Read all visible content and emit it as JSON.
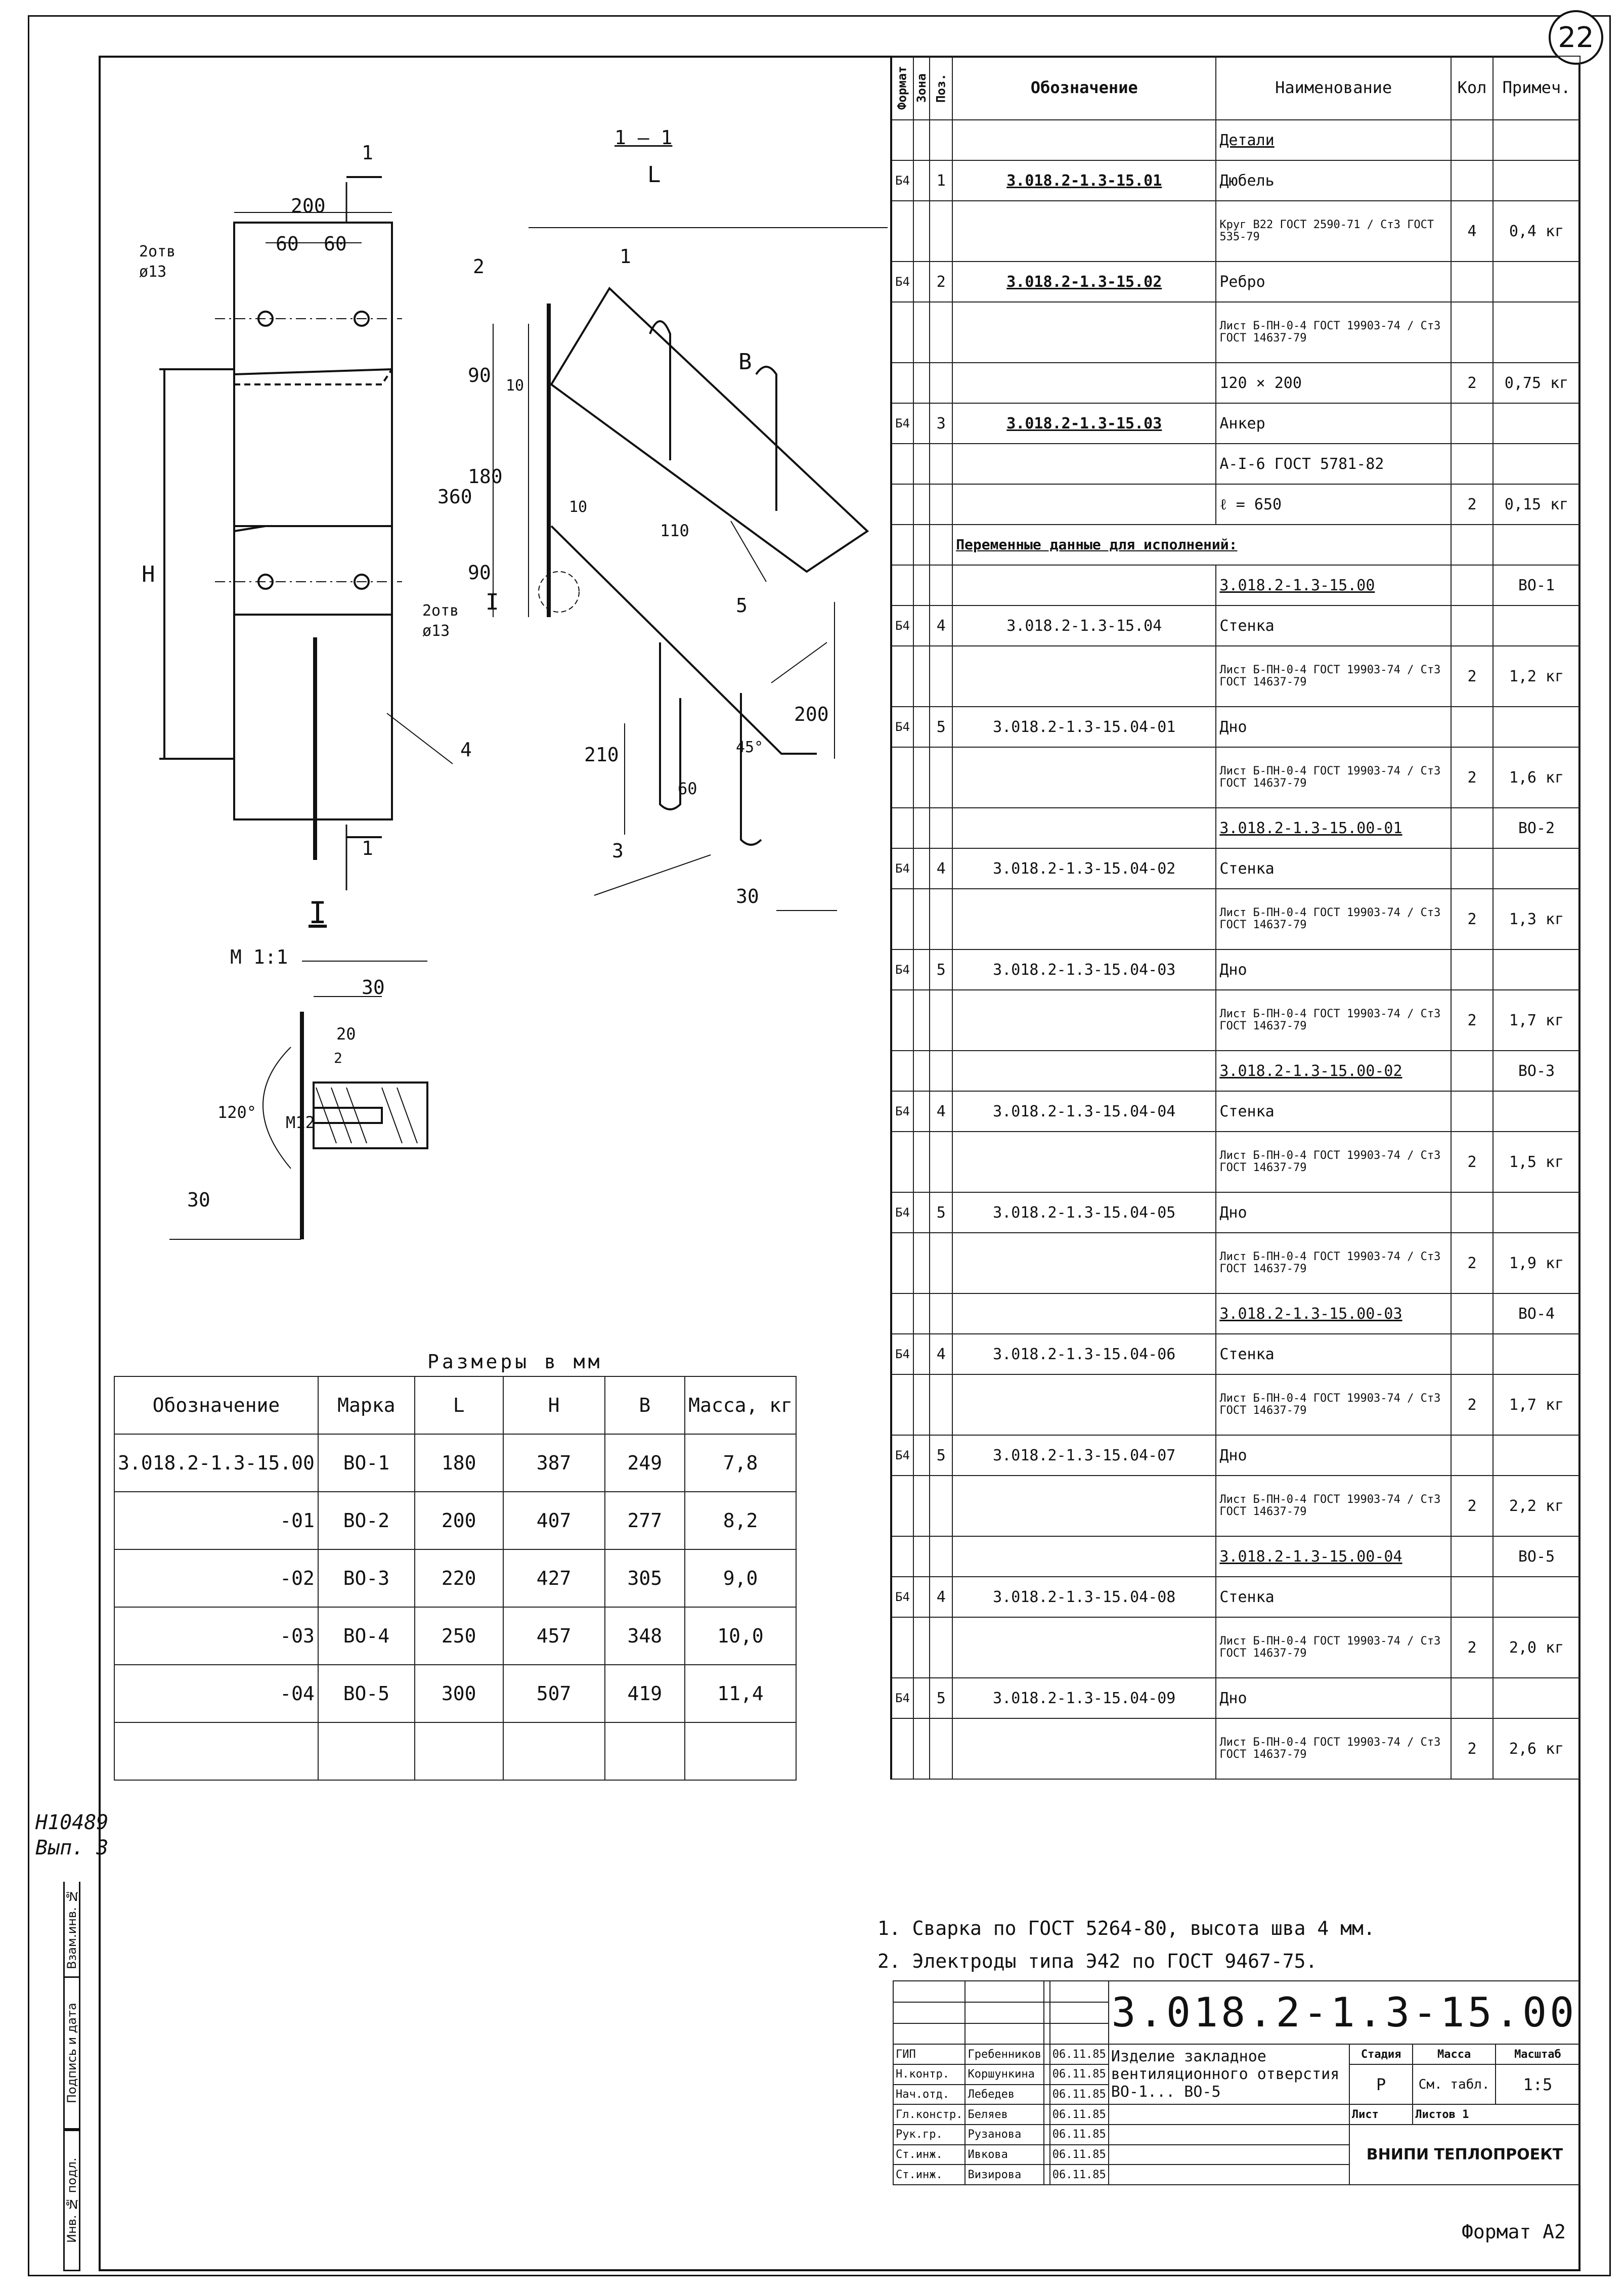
{
  "sheet_number": "22",
  "archive": {
    "code": "Н10489",
    "issue": "Вып. 3"
  },
  "sidebar": {
    "inv_no": "Инв. № подл.",
    "sign_date": "Подпись и дата",
    "replace_inv": "Взам.инв. №"
  },
  "drawing": {
    "section_label": "1 – 1",
    "cut_mark": "1",
    "detail_label": "I",
    "detail_scale": "М 1:1",
    "dims_front": {
      "w200": "200",
      "w60a": "60",
      "w60b": "60",
      "holes_top": "2отв",
      "holes_top_d": "ø13",
      "holes_mid": "2отв",
      "holes_mid_d": "ø13",
      "h": "Н",
      "pos4": "4"
    },
    "dims_section": {
      "L": "L",
      "B": "B",
      "d360": "360",
      "d90a": "90",
      "d180": "180",
      "d90b": "90",
      "d10a": "10",
      "d10b": "10",
      "d110": "110",
      "d200": "200",
      "d210": "210",
      "d60": "60",
      "d30": "30",
      "angle": "45°",
      "p1": "1",
      "p2": "2",
      "p3": "3",
      "p5": "5",
      "I": "I"
    },
    "dims_detail": {
      "d30": "30",
      "d20": "20",
      "d2": "2",
      "angle": "120°",
      "m12": "М12",
      "d30b": "30"
    }
  },
  "dim_table": {
    "caption": "Размеры в мм",
    "headers": [
      "Обозначение",
      "Марка",
      "L",
      "H",
      "B",
      "Масса, кг"
    ],
    "rows": [
      [
        "3.018.2-1.3-15.00",
        "ВО-1",
        "180",
        "387",
        "249",
        "7,8"
      ],
      [
        "-01",
        "ВО-2",
        "200",
        "407",
        "277",
        "8,2"
      ],
      [
        "-02",
        "ВО-3",
        "220",
        "427",
        "305",
        "9,0"
      ],
      [
        "-03",
        "ВО-4",
        "250",
        "457",
        "348",
        "10,0"
      ],
      [
        "-04",
        "ВО-5",
        "300",
        "507",
        "419",
        "11,4"
      ]
    ]
  },
  "spec": {
    "headers": {
      "format": "Формат",
      "zone": "Зона",
      "pos": "Поз.",
      "designation": "Обозначение",
      "name": "Наименование",
      "qty": "Кол",
      "note": "Примеч."
    },
    "rows": [
      {
        "f": "",
        "p": "",
        "d": "",
        "n": "Детали",
        "q": "",
        "m": "",
        "u": true
      },
      {
        "f": "Б4",
        "p": "1",
        "d": "3.018.2-1.3-15.01",
        "n": "Дюбель",
        "q": "",
        "m": "",
        "b": true
      },
      {
        "f": "",
        "p": "",
        "d": "",
        "n": "Круг В22 ГОСТ 2590-71 / Ст3 ГОСТ 535-79",
        "q": "4",
        "m": "0,4 кг"
      },
      {
        "f": "Б4",
        "p": "2",
        "d": "3.018.2-1.3-15.02",
        "n": "Ребро",
        "q": "",
        "m": "",
        "b": true
      },
      {
        "f": "",
        "p": "",
        "d": "",
        "n": "Лист Б-ПН-0-4 ГОСТ 19903-74 / Ст3 ГОСТ 14637-79",
        "q": "",
        "m": ""
      },
      {
        "f": "",
        "p": "",
        "d": "",
        "n": "120 × 200",
        "q": "2",
        "m": "0,75 кг"
      },
      {
        "f": "Б4",
        "p": "3",
        "d": "3.018.2-1.3-15.03",
        "n": "Анкер",
        "q": "",
        "m": "",
        "b": true
      },
      {
        "f": "",
        "p": "",
        "d": "",
        "n": "А-I-6 ГОСТ 5781-82",
        "q": "",
        "m": ""
      },
      {
        "f": "",
        "p": "",
        "d": "",
        "n": "ℓ = 650",
        "q": "2",
        "m": "0,15 кг"
      },
      {
        "f": "",
        "p": "",
        "d": "Переменные данные для исполнений:",
        "n": "",
        "q": "",
        "m": "",
        "span": true
      },
      {
        "f": "",
        "p": "",
        "d": "",
        "n": "3.018.2-1.3-15.00",
        "q": "",
        "m": "ВО-1",
        "u": true
      },
      {
        "f": "Б4",
        "p": "4",
        "d": "3.018.2-1.3-15.04",
        "n": "Стенка",
        "q": "",
        "m": ""
      },
      {
        "f": "",
        "p": "",
        "d": "",
        "n": "Лист Б-ПН-0-4 ГОСТ 19903-74 / Ст3 ГОСТ 14637-79",
        "q": "2",
        "m": "1,2 кг"
      },
      {
        "f": "Б4",
        "p": "5",
        "d": "3.018.2-1.3-15.04-01",
        "n": "Дно",
        "q": "",
        "m": ""
      },
      {
        "f": "",
        "p": "",
        "d": "",
        "n": "Лист Б-ПН-0-4 ГОСТ 19903-74 / Ст3 ГОСТ 14637-79",
        "q": "2",
        "m": "1,6 кг"
      },
      {
        "f": "",
        "p": "",
        "d": "",
        "n": "3.018.2-1.3-15.00-01",
        "q": "",
        "m": "ВО-2",
        "u": true
      },
      {
        "f": "Б4",
        "p": "4",
        "d": "3.018.2-1.3-15.04-02",
        "n": "Стенка",
        "q": "",
        "m": ""
      },
      {
        "f": "",
        "p": "",
        "d": "",
        "n": "Лист Б-ПН-0-4 ГОСТ 19903-74 / Ст3 ГОСТ 14637-79",
        "q": "2",
        "m": "1,3 кг"
      },
      {
        "f": "Б4",
        "p": "5",
        "d": "3.018.2-1.3-15.04-03",
        "n": "Дно",
        "q": "",
        "m": ""
      },
      {
        "f": "",
        "p": "",
        "d": "",
        "n": "Лист Б-ПН-0-4 ГОСТ 19903-74 / Ст3 ГОСТ 14637-79",
        "q": "2",
        "m": "1,7 кг"
      },
      {
        "f": "",
        "p": "",
        "d": "",
        "n": "3.018.2-1.3-15.00-02",
        "q": "",
        "m": "ВО-3",
        "u": true
      },
      {
        "f": "Б4",
        "p": "4",
        "d": "3.018.2-1.3-15.04-04",
        "n": "Стенка",
        "q": "",
        "m": ""
      },
      {
        "f": "",
        "p": "",
        "d": "",
        "n": "Лист Б-ПН-0-4 ГОСТ 19903-74 / Ст3 ГОСТ 14637-79",
        "q": "2",
        "m": "1,5 кг"
      },
      {
        "f": "Б4",
        "p": "5",
        "d": "3.018.2-1.3-15.04-05",
        "n": "Дно",
        "q": "",
        "m": ""
      },
      {
        "f": "",
        "p": "",
        "d": "",
        "n": "Лист Б-ПН-0-4 ГОСТ 19903-74 / Ст3 ГОСТ 14637-79",
        "q": "2",
        "m": "1,9 кг"
      },
      {
        "f": "",
        "p": "",
        "d": "",
        "n": "3.018.2-1.3-15.00-03",
        "q": "",
        "m": "ВО-4",
        "u": true
      },
      {
        "f": "Б4",
        "p": "4",
        "d": "3.018.2-1.3-15.04-06",
        "n": "Стенка",
        "q": "",
        "m": ""
      },
      {
        "f": "",
        "p": "",
        "d": "",
        "n": "Лист Б-ПН-0-4 ГОСТ 19903-74 / Ст3 ГОСТ 14637-79",
        "q": "2",
        "m": "1,7 кг"
      },
      {
        "f": "Б4",
        "p": "5",
        "d": "3.018.2-1.3-15.04-07",
        "n": "Дно",
        "q": "",
        "m": ""
      },
      {
        "f": "",
        "p": "",
        "d": "",
        "n": "Лист Б-ПН-0-4 ГОСТ 19903-74 / Ст3 ГОСТ 14637-79",
        "q": "2",
        "m": "2,2 кг"
      },
      {
        "f": "",
        "p": "",
        "d": "",
        "n": "3.018.2-1.3-15.00-04",
        "q": "",
        "m": "ВО-5",
        "u": true
      },
      {
        "f": "Б4",
        "p": "4",
        "d": "3.018.2-1.3-15.04-08",
        "n": "Стенка",
        "q": "",
        "m": ""
      },
      {
        "f": "",
        "p": "",
        "d": "",
        "n": "Лист Б-ПН-0-4 ГОСТ 19903-74 / Ст3 ГОСТ 14637-79",
        "q": "2",
        "m": "2,0 кг"
      },
      {
        "f": "Б4",
        "p": "5",
        "d": "3.018.2-1.3-15.04-09",
        "n": "Дно",
        "q": "",
        "m": ""
      },
      {
        "f": "",
        "p": "",
        "d": "",
        "n": "Лист Б-ПН-0-4 ГОСТ 19903-74 / Ст3 ГОСТ 14637-79",
        "q": "2",
        "m": "2,6 кг"
      }
    ]
  },
  "notes": [
    "1. Сварка по ГОСТ 5264-80, высота шва 4 мм.",
    "2. Электроды типа Э42 по ГОСТ 9467-75."
  ],
  "title_block": {
    "doc_code": "3.018.2-1.3-15.00",
    "name": "Изделие закладное вентиляционного отверстия ВО-1... ВО-5",
    "stage_h": "Стадия",
    "mass_h": "Масса",
    "scale_h": "Масштаб",
    "stage": "Р",
    "mass": "См. табл.",
    "scale": "1:5",
    "sheet_h": "Лист",
    "sheets_h": "Листов 1",
    "org": "ВНИПИ ТЕПЛОПРОЕКТ",
    "people": [
      {
        "role": "ГИП",
        "name": "Гребенников",
        "date": "06.11.85"
      },
      {
        "role": "Н.контр.",
        "name": "Коршункина",
        "date": "06.11.85"
      },
      {
        "role": "Нач.отд.",
        "name": "Лебедев",
        "date": "06.11.85"
      },
      {
        "role": "Гл.констр.",
        "name": "Беляев",
        "date": "06.11.85"
      },
      {
        "role": "Рук.гр.",
        "name": "Рузанова",
        "date": "06.11.85"
      },
      {
        "role": "Ст.инж.",
        "name": "Ивкова",
        "date": "06.11.85"
      },
      {
        "role": "Ст.инж.",
        "name": "Визирова",
        "date": "06.11.85"
      }
    ],
    "format": "Формат А2"
  }
}
